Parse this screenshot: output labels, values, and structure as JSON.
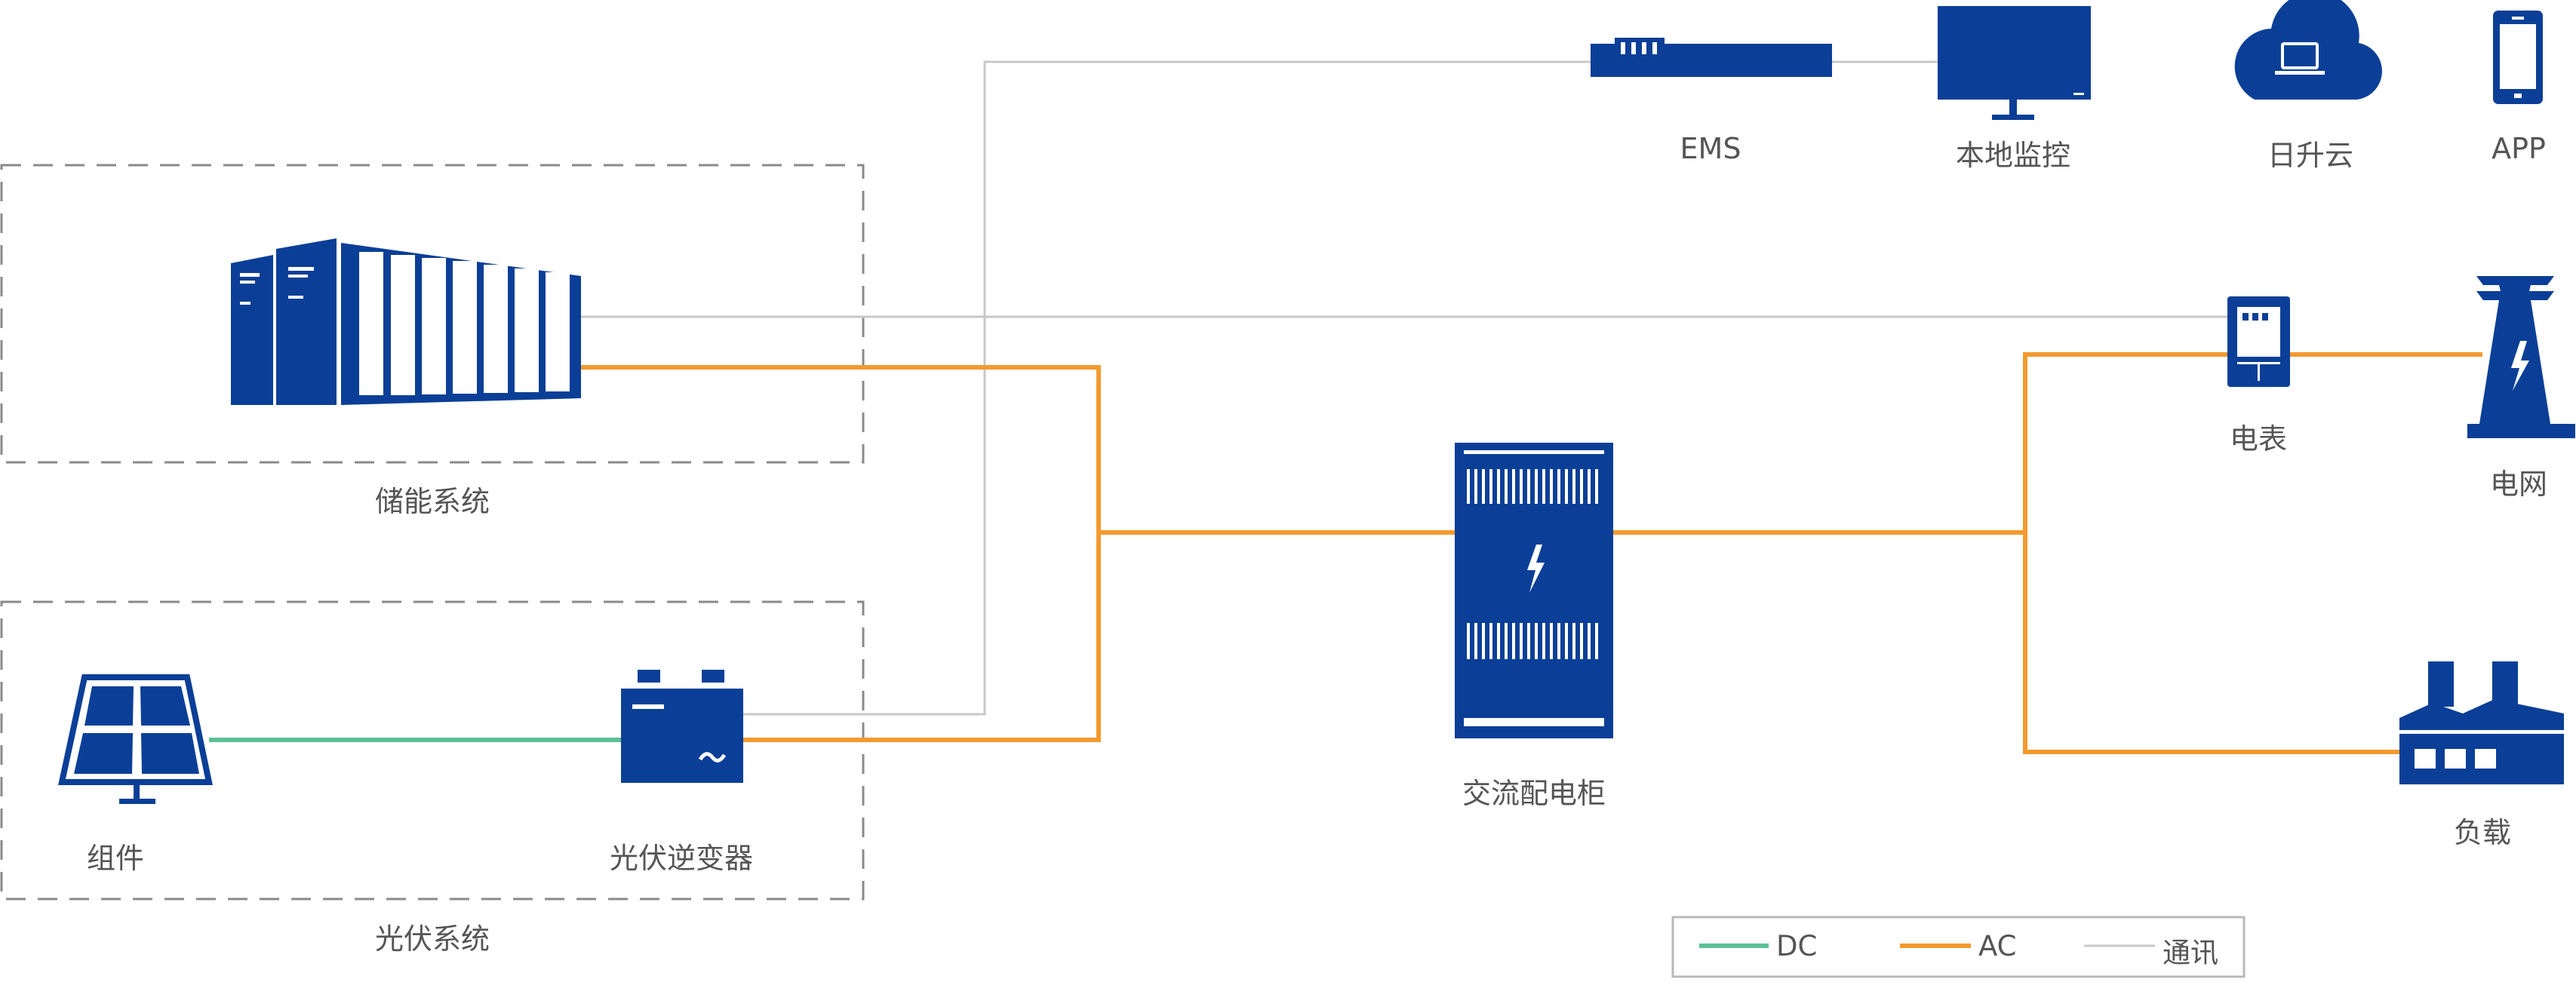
{
  "colors": {
    "dc": "#5cc195",
    "ac": "#f39a2f",
    "comm": "#c8c8c8",
    "device": "#0b3f97",
    "dash": "#8a8a8a",
    "text": "#555555"
  },
  "icons": {
    "ess": "battery-container-icon",
    "pv_module": "solar-panel-icon",
    "inverter": "pv-inverter-icon",
    "ac_cabinet": "ac-distribution-cabinet-icon",
    "ems": "ems-rack-unit-icon",
    "monitor": "local-monitor-icon",
    "cloud": "cloud-laptop-icon",
    "app": "smartphone-icon",
    "meter": "electric-meter-icon",
    "grid": "power-tower-icon",
    "load": "factory-icon"
  },
  "labels": {
    "ess_system": "储能系统",
    "pv_system": "光伏系统",
    "pv_module": "组件",
    "inverter": "光伏逆变器",
    "ac_cabinet": "交流配电柜",
    "ems": "EMS",
    "monitor": "本地监控",
    "cloud": "日升云",
    "app": "APP",
    "meter": "电表",
    "grid": "电网",
    "load": "负载"
  },
  "legend": {
    "dc": "DC",
    "ac": "AC",
    "comm": "通讯"
  }
}
